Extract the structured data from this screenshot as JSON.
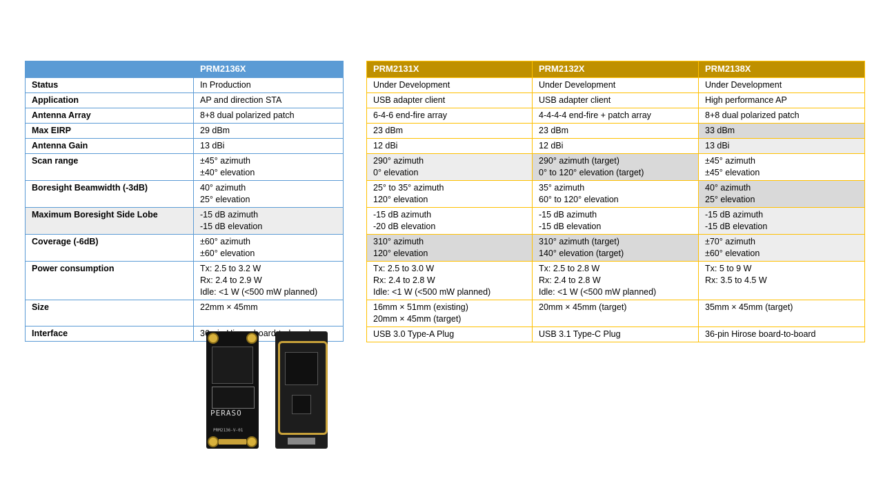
{
  "left_table": {
    "header": [
      "",
      "PRM2136X"
    ],
    "rows": [
      {
        "label": "Status",
        "value": "In Production"
      },
      {
        "label": "Application",
        "value": "AP and direction STA"
      },
      {
        "label": "Antenna Array",
        "value": "8+8 dual polarized patch"
      },
      {
        "label": "Max EIRP",
        "value": "29 dBm"
      },
      {
        "label": "Antenna Gain",
        "value": "13 dBi"
      },
      {
        "label": "Scan range",
        "value_lines": [
          "±45° azimuth",
          "±40° elevation"
        ]
      },
      {
        "label": "Boresight Beamwidth (-3dB)",
        "value_lines": [
          "40° azimuth",
          "25° elevation"
        ]
      },
      {
        "label": "Maximum Boresight Side Lobe",
        "value_lines": [
          "-15 dB azimuth",
          "-15 dB elevation"
        ]
      },
      {
        "label": "Coverage (-6dB)",
        "value_lines": [
          "±60° azimuth",
          "±60° elevation"
        ]
      },
      {
        "label": "Power consumption",
        "value_lines": [
          "Tx: 2.5 to 3.2 W",
          "Rx: 2.4 to 2.9 W",
          "Idle: <1 W (<500 mW planned)"
        ]
      },
      {
        "label": "Size",
        "value": "22mm × 45mm"
      },
      {
        "label": "Interface",
        "value": "36-pin Hirose board-to-board"
      }
    ]
  },
  "right_table": {
    "header": [
      "PRM2131X",
      "PRM2132X",
      "PRM2138X"
    ],
    "rows": [
      [
        "Under Development",
        "Under Development",
        "Under Development"
      ],
      [
        "USB adapter client",
        "USB adapter client",
        "High performance AP"
      ],
      [
        "6-4-6 end-fire array",
        "4-4-4-4 end-fire + patch array",
        "8+8 dual polarized patch"
      ],
      [
        "23 dBm",
        "23 dBm",
        "33 dBm"
      ],
      [
        "12 dBi",
        "12 dBi",
        "13 dBi"
      ],
      [
        [
          "290° azimuth",
          "0° elevation"
        ],
        [
          "290° azimuth (target)",
          "0° to 120° elevation (target)"
        ],
        [
          "±45° azimuth",
          "±45° elevation"
        ]
      ],
      [
        [
          "25° to 35° azimuth",
          "120° elevation"
        ],
        [
          "35° azimuth",
          "60° to 120° elevation"
        ],
        [
          "40° azimuth",
          "25° elevation"
        ]
      ],
      [
        [
          "-15 dB azimuth",
          "-20 dB elevation"
        ],
        [
          "-15 dB azimuth",
          "-15 dB elevation"
        ],
        [
          "-15 dB azimuth",
          "-15 dB elevation"
        ]
      ],
      [
        [
          "310° azimuth",
          "120° elevation"
        ],
        [
          "310° azimuth (target)",
          "140° elevation (target)"
        ],
        [
          "±70° azimuth",
          "±60° elevation"
        ]
      ],
      [
        [
          "Tx: 2.5 to 3.0 W",
          "Rx: 2.4 to 2.8 W",
          "Idle: <1 W (<500 mW planned)"
        ],
        [
          "Tx: 2.5 to 2.8 W",
          "Rx: 2.4 to 2.8 W",
          "Idle: <1 W (<500 mW planned)"
        ],
        [
          "Tx: 5 to 9 W",
          "Rx: 3.5 to 4.5 W"
        ]
      ],
      [
        [
          "16mm × 51mm (existing)",
          "20mm × 45mm (target)"
        ],
        [
          "20mm × 45mm (target)"
        ],
        [
          "35mm × 45mm (target)"
        ]
      ],
      [
        "USB 3.0 Type-A Plug",
        "USB 3.1 Type-C Plug",
        "36-pin Hirose board-to-board"
      ]
    ]
  },
  "module_labels": {
    "brand": "PERASO",
    "part": "PRM2136-V-01"
  },
  "colors": {
    "left_header": "#5b9bd5",
    "right_header": "#bf9000",
    "right_border": "#ffc000",
    "shade": "#d9d9d9"
  }
}
